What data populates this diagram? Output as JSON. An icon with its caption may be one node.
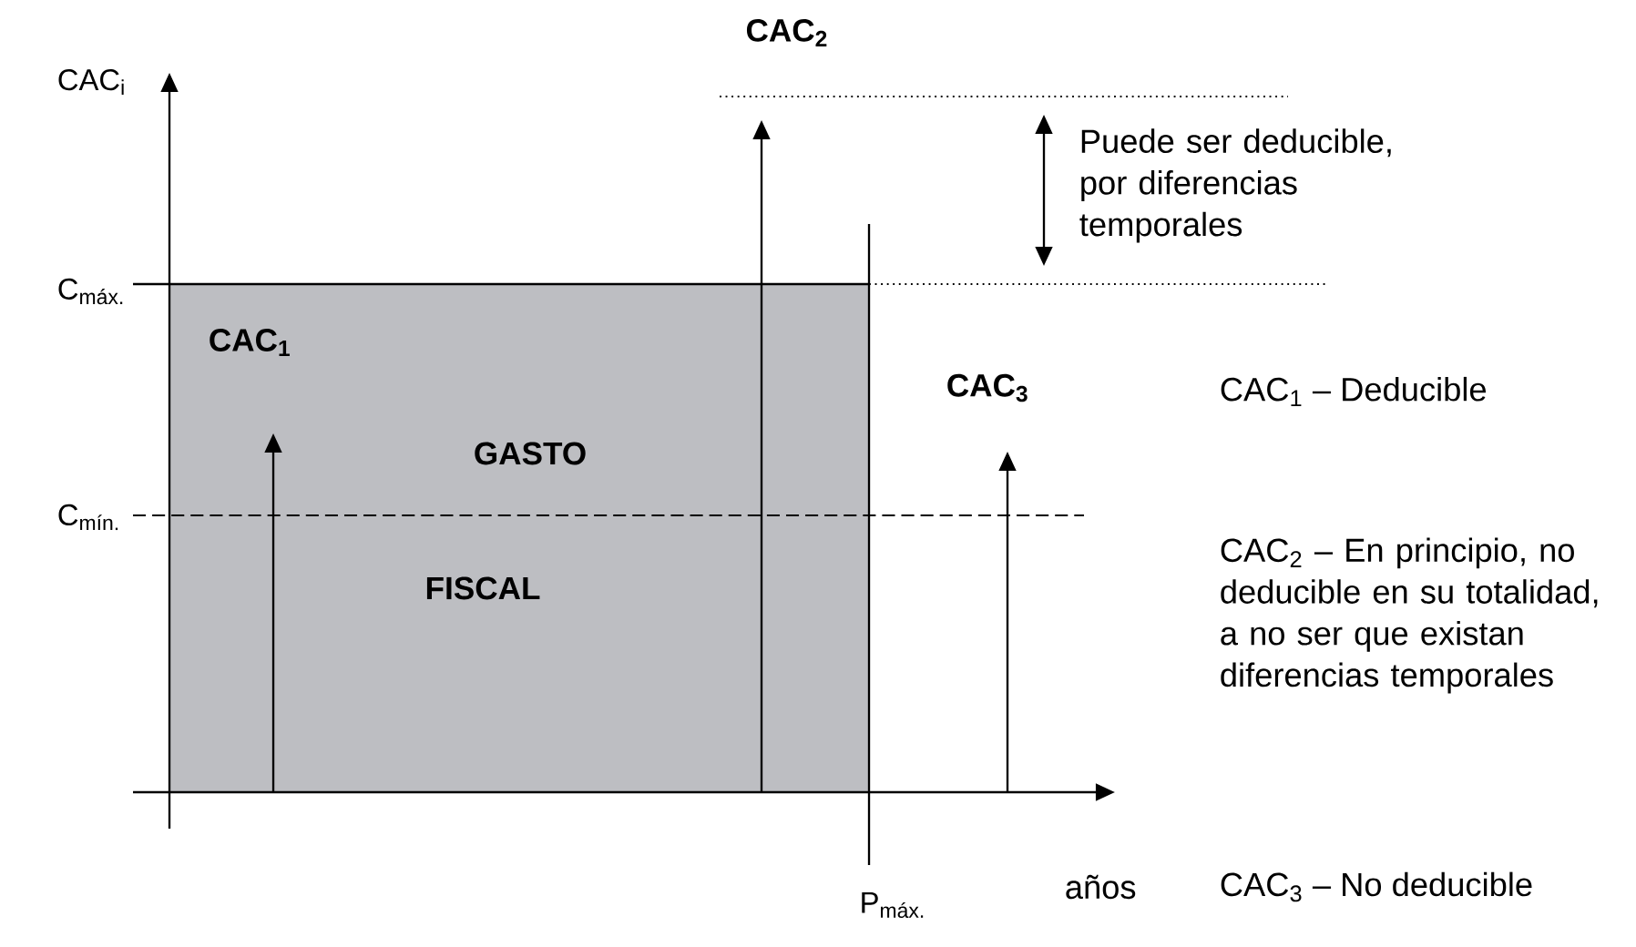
{
  "diagram": {
    "nodes": [
      {
        "text": [
          "GASTO",
          "FISCAL"
        ]
      }
    ],
    "labels": [
      "CAC$_{i}$",
      "CAC$_{2}$",
      "Puede ser deducible, por diferencias temporales",
      "C$_{máx.}$",
      "CAC$_{1}$",
      "CAC$_{3}$",
      "CAC$_{1}$ – Deducible",
      "C$_{mín.}$",
      "CAC$_{2}$ – En principio, no deducible en su totalidad, a no ser que existan diferencias temporales",
      "años",
      "CAC$_{3}$ – No deducible",
      "P$_{máx.}$"
    ]
  }
}
